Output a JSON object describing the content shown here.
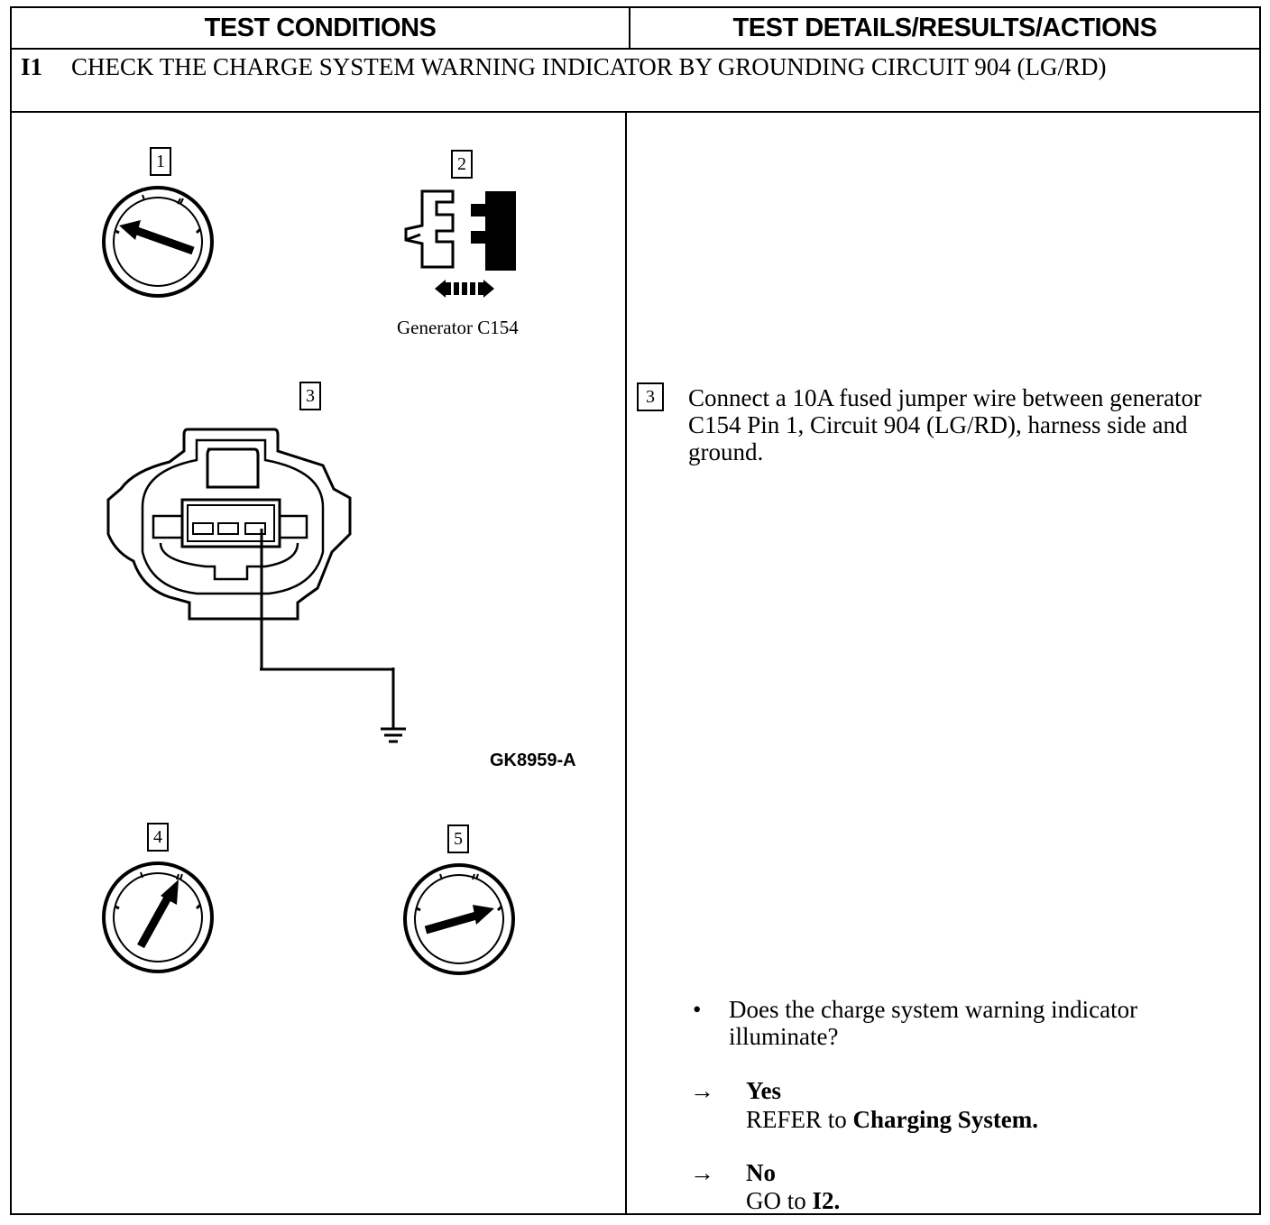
{
  "header": {
    "left": "TEST CONDITIONS",
    "right": "TEST DETAILS/RESULTS/ACTIONS"
  },
  "step": {
    "id": "I1",
    "title": "CHECK THE CHARGE SYSTEM WARNING INDICATOR BY GROUNDING CIRCUIT 904 (LG/RD)"
  },
  "conditions": {
    "callouts": [
      "1",
      "2",
      "3",
      "4",
      "5"
    ],
    "connector_label": "Generator C154",
    "figure_code": "GK8959-A",
    "icons": [
      "ignition-switch-off-icon",
      "disconnect-connector-icon",
      "connector-c154-jumper-to-ground-icon",
      "ignition-switch-on-icon",
      "ignition-switch-start-icon"
    ]
  },
  "details": {
    "action_number": "3",
    "action_text": "Connect a 10A fused jumper wire between generator C154 Pin 1, Circuit 904 (LG/RD), harness side and ground.",
    "bullet": "•",
    "question": "Does the charge system warning indicator illuminate?",
    "arrow": "→",
    "yes_label": "Yes",
    "yes_action_prefix": "REFER to ",
    "yes_action_target": "Charging System.",
    "no_label": "No",
    "no_action_prefix": "GO to ",
    "no_action_target": "I2."
  }
}
